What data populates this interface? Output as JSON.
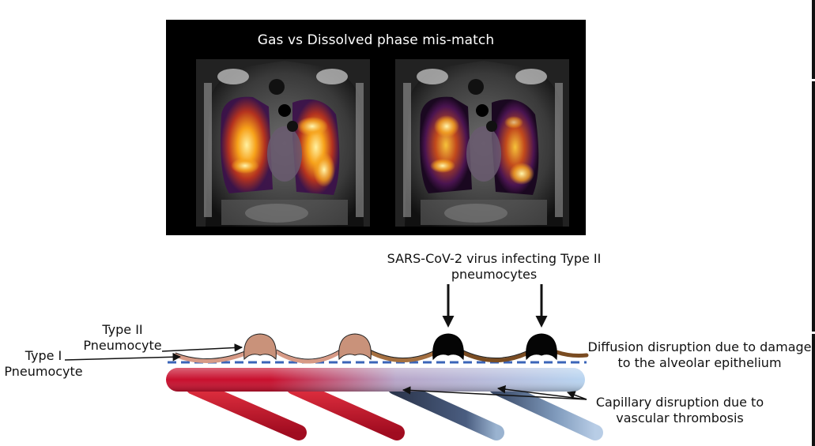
{
  "figure": {
    "mri_title": "Gas vs Dissolved phase mis-match",
    "virus_label_line1": "SARS-CoV-2 virus infecting Type II",
    "virus_label_line2": "pneumocytes",
    "type2_label_line1": "Type II",
    "type2_label_line2": "Pneumocyte",
    "type1_label_line1": "Type I",
    "type1_label_line2": "Pneumocyte",
    "diffusion_label_line1": "Diffusion disruption due to damage",
    "diffusion_label_line2": "to the alveolar epithelium",
    "capillary_label_line1": "Capillary disruption due to",
    "capillary_label_line2": "vascular thrombosis"
  },
  "colors": {
    "healthy_cell": "#c9927a",
    "infected_cell": "#050505",
    "membrane_healthy": "#d79a86",
    "membrane_damaged": "#8a5a2c",
    "dashed_line": "#3a64b8",
    "vessel_red": "#c8102e",
    "vessel_blue": "#a9c8ea",
    "branch_dark": "#3a4660",
    "branch_light": "#9ab3d0"
  }
}
